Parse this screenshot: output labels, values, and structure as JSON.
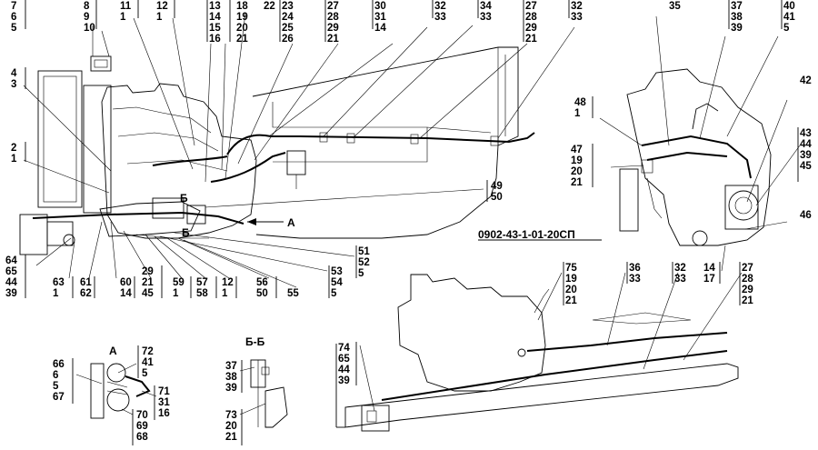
{
  "drawing_code": "0902-43-1-01-20СП",
  "section_labels": {
    "view_a": "А",
    "view_bb": "Б-Б",
    "cut_b_upper": "Б",
    "cut_b_lower": "Б",
    "arrow_a": "А"
  },
  "callouts": [
    {
      "id": "c_7_6_5",
      "lines": [
        "7",
        "6",
        "5"
      ]
    },
    {
      "id": "c_8_9_10",
      "lines": [
        "8",
        "9",
        "10"
      ]
    },
    {
      "id": "c_11_1",
      "lines": [
        "11",
        "1"
      ]
    },
    {
      "id": "c_12_1",
      "lines": [
        "12",
        "1"
      ]
    },
    {
      "id": "c_13_16",
      "lines": [
        "13",
        "14",
        "15",
        "16"
      ]
    },
    {
      "id": "c_17_21",
      "lines": [
        "18",
        "19",
        "20",
        "21"
      ]
    },
    {
      "id": "c_22",
      "lines": [
        "22"
      ]
    },
    {
      "id": "c_23_26",
      "lines": [
        "23",
        "24",
        "25",
        "26"
      ]
    },
    {
      "id": "c_27_21a",
      "lines": [
        "27",
        "28",
        "29",
        "21"
      ]
    },
    {
      "id": "c_30_14",
      "lines": [
        "30",
        "31",
        "14"
      ]
    },
    {
      "id": "c_32_33a",
      "lines": [
        "32",
        "33"
      ]
    },
    {
      "id": "c_34_33",
      "lines": [
        "34",
        "33"
      ]
    },
    {
      "id": "c_27_21b",
      "lines": [
        "27",
        "28",
        "29",
        "21"
      ]
    },
    {
      "id": "c_32_33b",
      "lines": [
        "32",
        "33"
      ]
    },
    {
      "id": "c_35",
      "lines": [
        "35"
      ]
    },
    {
      "id": "c_37_39",
      "lines": [
        "37",
        "38",
        "39"
      ]
    },
    {
      "id": "c_40_5",
      "lines": [
        "40",
        "41",
        "5"
      ]
    },
    {
      "id": "c_4_3",
      "lines": [
        "4",
        "3"
      ]
    },
    {
      "id": "c_2_1",
      "lines": [
        "2",
        "1"
      ]
    },
    {
      "id": "c_48_1",
      "lines": [
        "48",
        "1"
      ]
    },
    {
      "id": "c_42",
      "lines": [
        "42"
      ]
    },
    {
      "id": "c_43_45",
      "lines": [
        "43",
        "44",
        "39",
        "45"
      ]
    },
    {
      "id": "c_47_21",
      "lines": [
        "47",
        "19",
        "20",
        "21"
      ]
    },
    {
      "id": "c_46",
      "lines": [
        "46"
      ]
    },
    {
      "id": "c_49_50",
      "lines": [
        "49",
        "50"
      ]
    },
    {
      "id": "c_51_5",
      "lines": [
        "51",
        "52",
        "5"
      ]
    },
    {
      "id": "c_53_5",
      "lines": [
        "53",
        "54",
        "5"
      ]
    },
    {
      "id": "c_64_39",
      "lines": [
        "64",
        "65",
        "44",
        "39"
      ]
    },
    {
      "id": "c_63_1",
      "lines": [
        "63",
        "1"
      ]
    },
    {
      "id": "c_61_62",
      "lines": [
        "61",
        "62"
      ]
    },
    {
      "id": "c_60_14",
      "lines": [
        "60",
        "14"
      ]
    },
    {
      "id": "c_29_45",
      "lines": [
        "29",
        "21",
        "45"
      ]
    },
    {
      "id": "c_59_1",
      "lines": [
        "59",
        "1"
      ]
    },
    {
      "id": "c_57_58",
      "lines": [
        "57",
        "58"
      ]
    },
    {
      "id": "c_12_1b",
      "lines": [
        "12",
        "1"
      ]
    },
    {
      "id": "c_56_50",
      "lines": [
        "56",
        "50"
      ]
    },
    {
      "id": "c_55",
      "lines": [
        "55"
      ]
    },
    {
      "id": "c_75_21",
      "lines": [
        "75",
        "19",
        "20",
        "21"
      ]
    },
    {
      "id": "c_36_33",
      "lines": [
        "36",
        "33"
      ]
    },
    {
      "id": "c_32_33c",
      "lines": [
        "32",
        "33"
      ]
    },
    {
      "id": "c_14_17",
      "lines": [
        "14",
        "17"
      ]
    },
    {
      "id": "c_27_21c",
      "lines": [
        "27",
        "28",
        "29",
        "21"
      ]
    },
    {
      "id": "c_72_5",
      "lines": [
        "72",
        "41",
        "5"
      ]
    },
    {
      "id": "c_66_67",
      "lines": [
        "66",
        "6",
        "5",
        "67"
      ]
    },
    {
      "id": "c_71_16",
      "lines": [
        "71",
        "31",
        "16"
      ]
    },
    {
      "id": "c_70_68",
      "lines": [
        "70",
        "69",
        "68"
      ]
    },
    {
      "id": "c_37_39b",
      "lines": [
        "37",
        "38",
        "39"
      ]
    },
    {
      "id": "c_73_21",
      "lines": [
        "73",
        "20",
        "21"
      ]
    },
    {
      "id": "c_74_39",
      "lines": [
        "74",
        "65",
        "44",
        "39"
      ]
    }
  ]
}
